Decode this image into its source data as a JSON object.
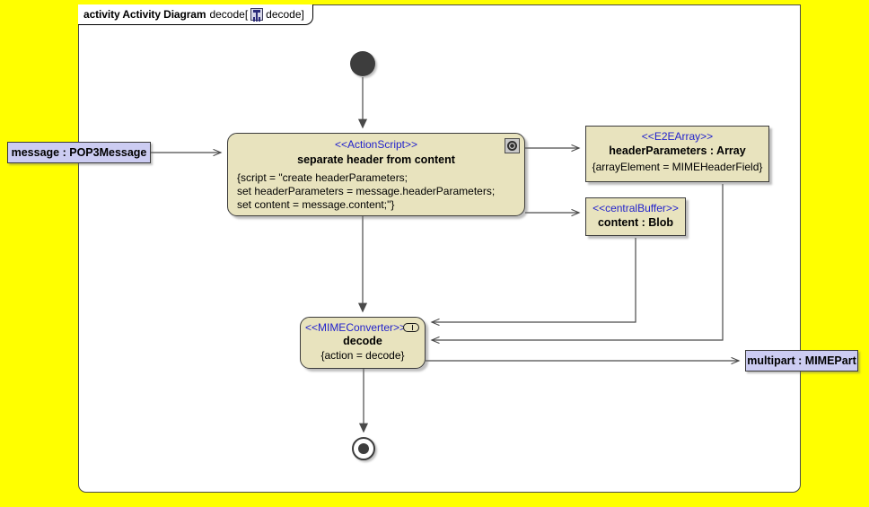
{
  "frame": {
    "keyword": "activity Activity Diagram",
    "name": "decode[",
    "icon": "activity-diagram-icon",
    "tab_name": "decode",
    "close_bracket": "]",
    "background_color": "#ffff00",
    "canvas_color": "#ffffff"
  },
  "nodes": {
    "initial": {
      "name": "initial-node",
      "color": "#3d3d3d"
    },
    "final": {
      "name": "activity-final-node",
      "color": "#3d3d3d"
    },
    "separate_header": {
      "stereotype": "<<ActionScript>>",
      "title": "separate header from content",
      "body": "{script = \"create headerParameters;\nset headerParameters = message.headerParameters;\nset content = message.content;\"}",
      "icon": "script-gear-icon",
      "fill": "#e8e3be"
    },
    "header_parameters": {
      "stereotype": "<<E2EArray>>",
      "title": "headerParameters : Array",
      "body": "{arrayElement = MIMEHeaderField}",
      "fill": "#e8e3be"
    },
    "content_blob": {
      "stereotype": "<<centralBuffer>>",
      "title": "content : Blob",
      "fill": "#e8e3be"
    },
    "decode": {
      "stereotype": "<<MIMEConverter>>",
      "title": "decode",
      "body": "{action = decode}",
      "icon": "pill-icon",
      "fill": "#e8e3be"
    }
  },
  "pins": {
    "input": {
      "label": "message : POP3Message",
      "fill": "#ccccf2"
    },
    "output": {
      "label": "multipart : MIMEPart",
      "fill": "#ccccf2"
    }
  },
  "edges": {
    "stroke": "#4a4a4a",
    "list": [
      {
        "name": "initial-to-separate",
        "from": "initial",
        "to": "separate_header"
      },
      {
        "name": "message-to-separate",
        "from": "input-pin",
        "to": "separate_header"
      },
      {
        "name": "separate-to-headerparameters",
        "from": "separate_header",
        "to": "header_parameters"
      },
      {
        "name": "separate-to-content",
        "from": "separate_header",
        "to": "content_blob"
      },
      {
        "name": "separate-to-decode",
        "from": "separate_header",
        "to": "decode"
      },
      {
        "name": "content-to-decode",
        "from": "content_blob",
        "to": "decode"
      },
      {
        "name": "headerparameters-to-decode",
        "from": "header_parameters",
        "to": "decode"
      },
      {
        "name": "decode-to-multipart",
        "from": "decode",
        "to": "output-pin"
      },
      {
        "name": "decode-to-final",
        "from": "decode",
        "to": "final"
      }
    ]
  }
}
